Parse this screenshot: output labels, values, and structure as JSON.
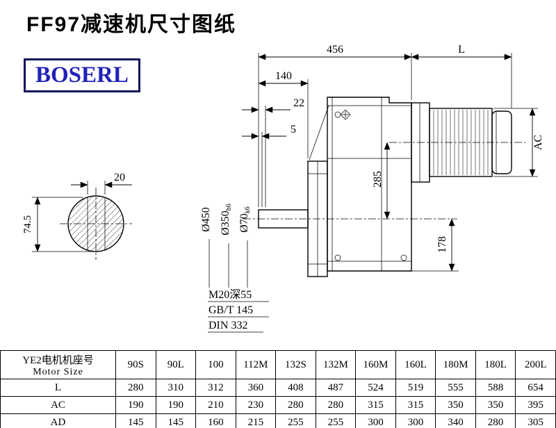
{
  "title": "FF97减速机尺寸图纸",
  "logo_text": "BOSERL",
  "drawing": {
    "dims": {
      "d456": "456",
      "dL": "L",
      "d140": "140",
      "d22": "22",
      "d5": "5",
      "dAC": "AC",
      "d285": "285",
      "d178": "178",
      "d450": "Ø450",
      "d350_main": "Ø350",
      "d350_sub": "h6",
      "d70_main": "Ø70",
      "d70_sub": "k6",
      "d20": "20",
      "d745": "74.5"
    },
    "notes": {
      "tap": "M20深55",
      "gb": "GB/T 145",
      "din": "DIN 332"
    }
  },
  "colors": {
    "line": "#000000",
    "logo_text": "#2222b8",
    "logo_border": "#13135c"
  },
  "table": {
    "header_cn": "YE2电机机座号",
    "header_en": "Motor Size",
    "sizes": [
      "90S",
      "90L",
      "100",
      "112M",
      "132S",
      "132M",
      "160M",
      "160L",
      "180M",
      "180L",
      "200L"
    ],
    "rows": [
      {
        "label": "L",
        "values": [
          "280",
          "310",
          "312",
          "360",
          "408",
          "487",
          "524",
          "519",
          "555",
          "588",
          "654"
        ]
      },
      {
        "label": "AC",
        "values": [
          "190",
          "190",
          "210",
          "230",
          "280",
          "280",
          "315",
          "315",
          "350",
          "350",
          "395"
        ]
      },
      {
        "label": "AD",
        "values": [
          "145",
          "145",
          "160",
          "215",
          "255",
          "255",
          "300",
          "300",
          "340",
          "280",
          "305"
        ]
      }
    ]
  }
}
